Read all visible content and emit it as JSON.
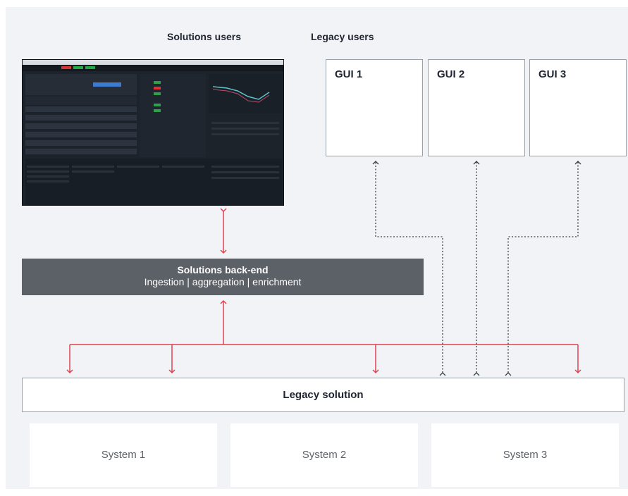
{
  "headings": {
    "solutions_users": "Solutions users",
    "legacy_users": "Legacy users"
  },
  "guis": [
    "GUI 1",
    "GUI 2",
    "GUI 3"
  ],
  "backend": {
    "title": "Solutions back-end",
    "subtitle": "Ingestion | aggregation | enrichment"
  },
  "legacy_solution": "Legacy solution",
  "systems": [
    "System 1",
    "System 2",
    "System 3"
  ],
  "colors": {
    "red_link": "#e0434f",
    "dotted_link": "#3a3f47",
    "backend_fill": "#5c6067",
    "panel_bg": "#f1f3f6"
  }
}
